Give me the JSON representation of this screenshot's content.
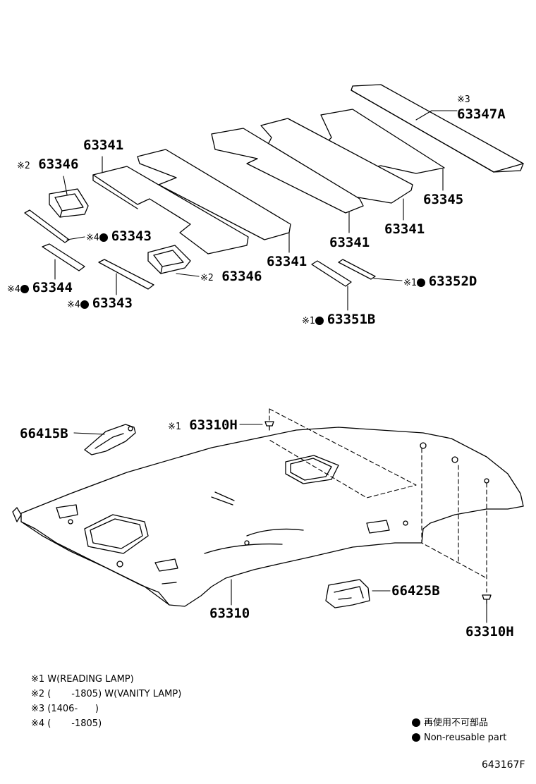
{
  "labels": {
    "p63347A": {
      "mark": "※3",
      "code": "63347A"
    },
    "p63341_top": {
      "code": "63341"
    },
    "p63346_a": {
      "mark": "※2",
      "code": "63346"
    },
    "p63345": {
      "code": "63345"
    },
    "p63341_r1": {
      "code": "63341"
    },
    "p63341_r2": {
      "code": "63341"
    },
    "p63341_mid": {
      "code": "63341"
    },
    "p63343_a": {
      "mark": "※4",
      "code": "63343"
    },
    "p63346_b": {
      "mark": "※2",
      "code": "63346"
    },
    "p63344": {
      "mark": "※4",
      "code": "63344"
    },
    "p63343_b": {
      "mark": "※4",
      "code": "63343"
    },
    "p63352D": {
      "mark": "※1",
      "code": "63352D"
    },
    "p63351B": {
      "mark": "※1",
      "code": "63351B"
    },
    "p63310H_top": {
      "mark": "※1",
      "code": "63310H"
    },
    "p66415B": {
      "code": "66415B"
    },
    "p66425B": {
      "code": "66425B"
    },
    "p63310": {
      "code": "63310"
    },
    "p63310H_bot": {
      "code": "63310H"
    }
  },
  "notes": [
    "※1 W(READING LAMP)",
    "※2 (       -1805) W(VANITY LAMP)",
    "※3 (1406-      )",
    "※4 (       -1805)"
  ],
  "legend": {
    "jp": "再使用不可部品",
    "en": "Non-reusable part"
  },
  "figure_code": "643167F"
}
